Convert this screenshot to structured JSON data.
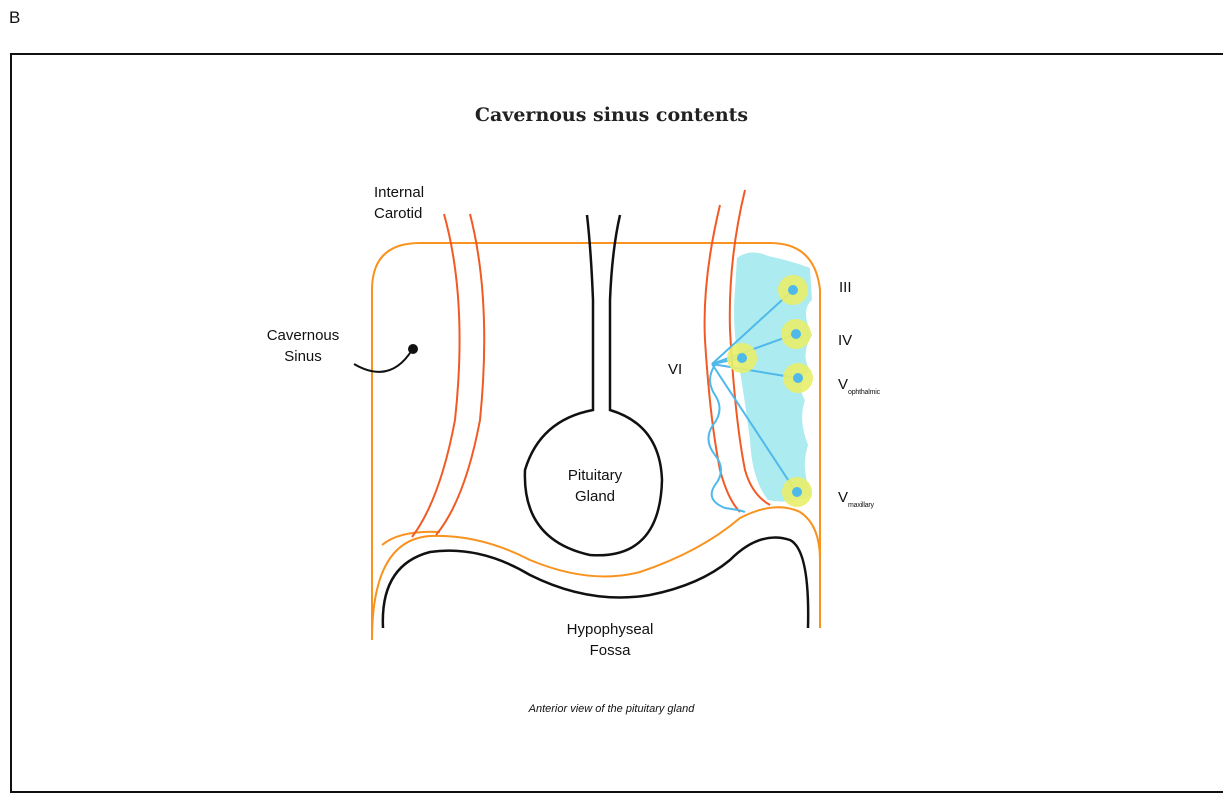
{
  "panel_letter": "B",
  "title": "Cavernous sinus contents",
  "labels": {
    "internal_carotid_1": "Internal",
    "internal_carotid_2": "Carotid",
    "cavernous_sinus_1": "Cavernous",
    "cavernous_sinus_2": "Sinus",
    "pituitary_1": "Pituitary",
    "pituitary_2": "Gland",
    "hypophyseal_1": "Hypophyseal",
    "hypophyseal_2": "Fossa",
    "nerve_iii": "III",
    "nerve_iv": "IV",
    "nerve_v": "V",
    "nerve_v_ophthalmic_sub": "ophthalmic",
    "nerve_v2": "V",
    "nerve_v_maxillary_sub": "maxillary",
    "nerve_vi": "VI"
  },
  "caption": "Anterior view of the pituitary gland",
  "colors": {
    "sinus_outline": "#f7931e",
    "carotid": "#f15a24",
    "gland": "#111111",
    "nerve_fill": "#e9ee6a",
    "nerve_line": "#4fb9ea",
    "sinus_fill": "#9ee8ec"
  }
}
